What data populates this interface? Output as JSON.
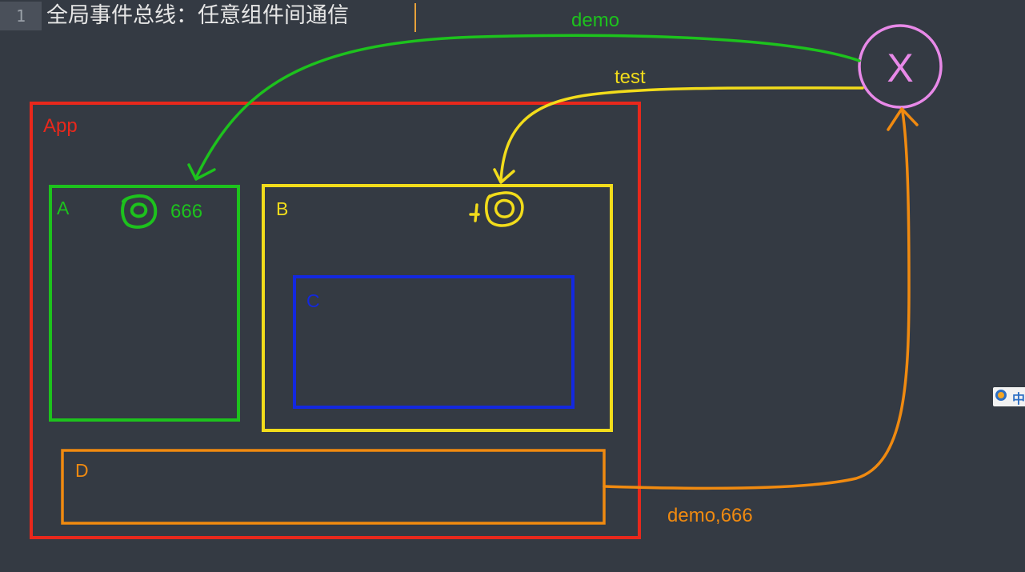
{
  "editor": {
    "line_number": "1",
    "line_text": "全局事件总线：任意组件间通信"
  },
  "diagram": {
    "colors": {
      "app": "#e8281c",
      "a": "#1dc21d",
      "b": "#f2dc1b",
      "c": "#1328e0",
      "d": "#f08a10",
      "x": "#e889e8"
    },
    "app_label": "App",
    "a_label": "A",
    "a_value": "666",
    "b_label": "B",
    "c_label": "C",
    "d_label": "D",
    "x_label": "X",
    "arrow_demo_label": "demo",
    "arrow_test_label": "test",
    "arrow_d_label": "demo,666"
  }
}
